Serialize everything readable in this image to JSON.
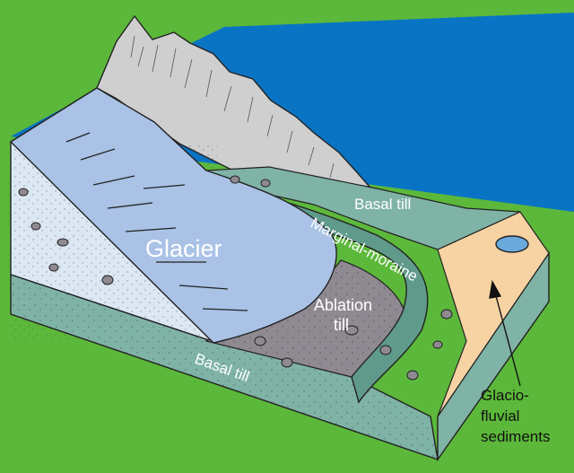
{
  "labels": {
    "basal_till_top": "Basal till",
    "marginal_moraine": "Marginal-moraine",
    "glacier": "Glacier",
    "ablation_line1": "Ablation",
    "ablation_line2": "till",
    "basal_till_front": "Basal till",
    "glaciofluvial_line1": "Glacio-",
    "glaciofluvial_line2": "fluvial",
    "glaciofluvial_line3": "sediments"
  },
  "colors": {
    "background": "#5cb83a",
    "sky": "#0a74c4",
    "mountain": "#cfcfcf",
    "glacier": "#a9c2e6",
    "ice_face": "#dbe7f3",
    "basal_till": "#7fb3a6",
    "marginal_moraine": "#5f9a8a",
    "ablation_till": "#8f8a92",
    "glaciofluvial": "#f7d3a3",
    "water": "#6aa9dc",
    "label_white": "#ffffff",
    "label_black": "#111111"
  }
}
